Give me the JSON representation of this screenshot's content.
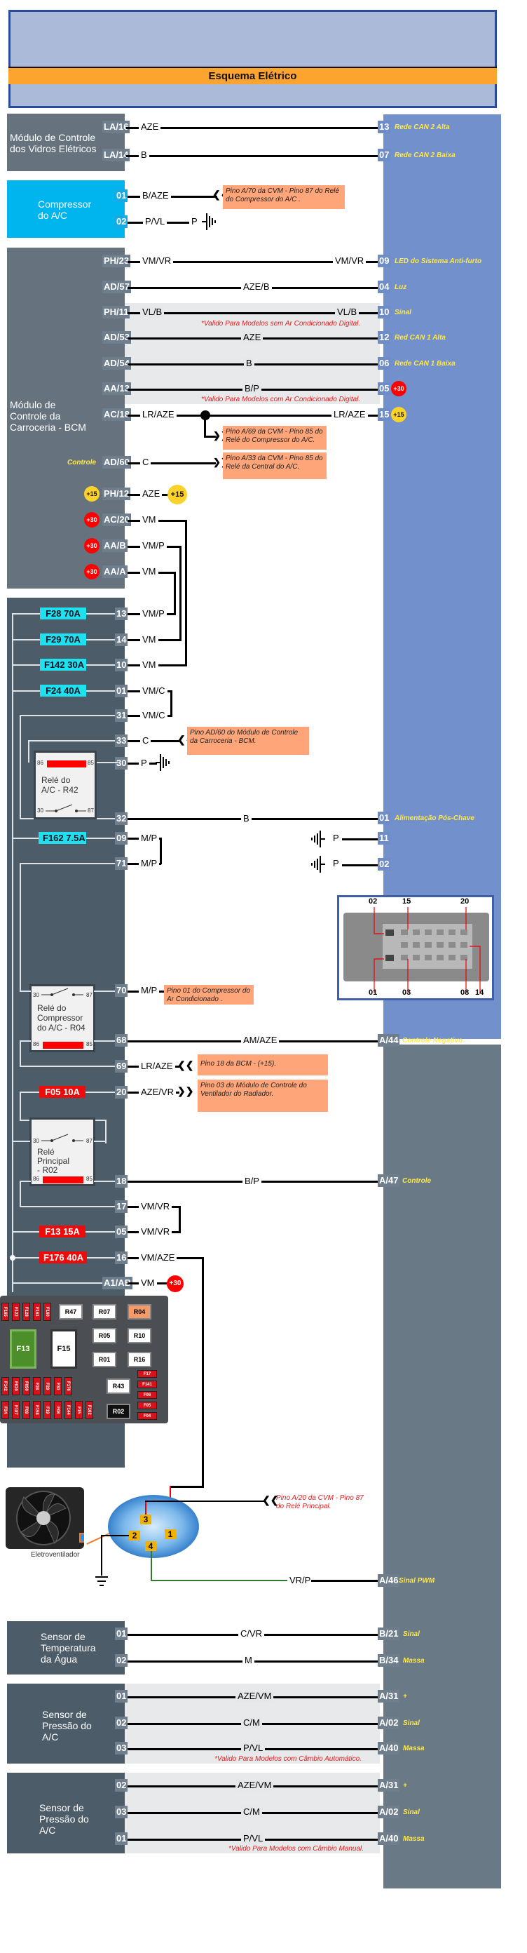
{
  "header": {
    "title": "Esquema Elétrico"
  },
  "window_module": {
    "name": "Módulo de Controle dos Vidros Elétricos",
    "name_lines": [
      "Módulo de Controle",
      "dos Vidros Elétricos"
    ],
    "connections": [
      {
        "pin": "LA/16",
        "wire": "AZE",
        "target_pin": "13",
        "desc": "Rede CAN 2 Alta"
      },
      {
        "pin": "LA/14",
        "wire": "B",
        "target_pin": "07",
        "desc": "Rede CAN 2 Baixa"
      }
    ]
  },
  "compressor": {
    "name_lines": [
      "Compressor",
      "do A/C"
    ],
    "connections": [
      {
        "pin": "01",
        "wire": "B/AZE",
        "ref": "Pino A/70 da CVM - Pino 87 do Relé do Compressor do A/C ."
      },
      {
        "pin": "02",
        "wire": "P/VL",
        "ground_wire": "P"
      }
    ]
  },
  "bcm": {
    "name_lines": [
      "Módulo de",
      "Controle da",
      "Carroceria - BCM"
    ],
    "connections": [
      {
        "pin": "PH/23",
        "wire": "VM/VR",
        "wire_right": "VM/VR",
        "target_pin": "09",
        "desc": "LED do Sistema Anti-furto"
      },
      {
        "pin": "AD/57",
        "wire": "AZE/B",
        "target_pin": "04",
        "desc": "Luz"
      },
      {
        "pin": "PH/11",
        "wire": "VL/B",
        "wire_right": "VL/B",
        "target_pin": "10",
        "desc": "Sinal"
      },
      {
        "pin": "AD/53",
        "wire": "AZE",
        "target_pin": "12",
        "desc": "Red CAN 1 Alta"
      },
      {
        "pin": "AD/54",
        "wire": "B",
        "target_pin": "06",
        "desc": "Rede CAN 1 Baixa"
      },
      {
        "pin": "AA/13",
        "wire": "B/P",
        "target_pin": "05",
        "badge": "+30"
      },
      {
        "pin": "AC/18",
        "wire": "LR/AZE",
        "wire_right": "LR/AZE",
        "target_pin": "15",
        "badge": "+15"
      },
      {
        "pin": "AD/60",
        "wire": "C",
        "side_label": "Controle"
      },
      {
        "pin": "PH/12",
        "wire": "AZE",
        "pin_badge": "+15",
        "end_badge": "+15"
      },
      {
        "pin": "AC/20",
        "wire": "VM",
        "pin_badge": "+30"
      },
      {
        "pin": "AA/B",
        "wire": "VM/P",
        "pin_badge": "+30"
      },
      {
        "pin": "AA/A",
        "wire": "VM",
        "pin_badge": "+30"
      }
    ],
    "note_without_digital": "*Valido Para Modelos sem Ar Condicionado Digital.",
    "note_with_digital": "*Valido Para Modelos com Ar Condicionado Digital.",
    "ref_ac18": "Pino A/69 da CVM - Pino 85 do Relé do Compressor do A/C.",
    "ref_ad60": "Pino A/33 da CVM - Pino 85 do Relé da Central do A/C."
  },
  "cvm": {
    "fuses": [
      {
        "label": "F28 70A",
        "pin": "13",
        "wire": "VM/P"
      },
      {
        "label": "F29 70A",
        "pin": "14",
        "wire": "VM"
      },
      {
        "label": "F142 30A",
        "pin": "10",
        "wire": "VM"
      },
      {
        "label": "F24 40A",
        "pin": "01",
        "wire": "VM/C"
      }
    ],
    "pin31": {
      "pin": "31",
      "wire": "VM/C"
    },
    "pin33": {
      "pin": "33",
      "wire": "C",
      "ref": "Pino AD/60 do Módulo de Controle da Carroceria - BCM."
    },
    "pin30": {
      "pin": "30",
      "wire": "P"
    },
    "pin32": {
      "pin": "32",
      "wire": "B",
      "target_pin": "01",
      "desc": "Alimentação Pós-Chave"
    },
    "relay_ac": {
      "name_lines": [
        "Relé do",
        "A/C - R42"
      ],
      "t86": "86",
      "t85": "85",
      "t30": "30",
      "t87": "87"
    },
    "f162": {
      "label": "F162 7.5A",
      "pin": "09",
      "wire": "M/P"
    },
    "pin71": {
      "pin": "71",
      "wire": "M/P"
    },
    "ground_rows": [
      {
        "wire": "P",
        "target_pin": "11"
      },
      {
        "wire": "P",
        "target_pin": "02"
      }
    ],
    "connector_pins": [
      "02",
      "15",
      "20",
      "01",
      "03",
      "08",
      "14"
    ],
    "relay_comp": {
      "name_lines": [
        "Relé do",
        "Compressor",
        "do A/C - R04"
      ],
      "t86": "86",
      "t85": "85",
      "t30": "30",
      "t87": "87"
    },
    "pin70": {
      "pin": "70",
      "wire": "M/P",
      "ref": "Pino 01 do Compressor do Ar Condicionado ."
    },
    "pin68": {
      "pin": "68",
      "wire": "AM/AZE",
      "target_pin": "A/44",
      "desc": "Controle Negativo"
    },
    "pin69": {
      "pin": "69",
      "wire": "LR/AZE",
      "ref": "Pino 18 da BCM - (+15)."
    },
    "f05": {
      "label": "F05 10A",
      "pin": "20",
      "wire": "AZE/VR",
      "ref": "Pino 03 do Módulo de Controle do Ventilador do Radiador."
    },
    "relay_main": {
      "name_lines": [
        "Relé",
        "Principal",
        "- R02"
      ],
      "t86": "86",
      "t85": "85",
      "t30": "30",
      "t87": "87"
    },
    "pin18": {
      "pin": "18",
      "wire": "B/P",
      "target_pin": "A/47",
      "desc": "Controle"
    },
    "pin17": {
      "pin": "17",
      "wire": "VM/VR"
    },
    "f13": {
      "label": "F13 15A",
      "pin": "05",
      "wire": "VM/VR"
    },
    "f176": {
      "label": "F176 40A",
      "pin": "16",
      "wire": "VM/AZE"
    },
    "a1ab": {
      "pin": "A1/AB",
      "wire": "VM",
      "badge": "+30"
    },
    "fusebox": {
      "top_fuses": [
        "F165",
        "F122",
        "F128",
        "F161",
        "F160"
      ],
      "relays_top": [
        "R47",
        "R07",
        "R04"
      ],
      "big": [
        "F13",
        "F15"
      ],
      "relays_mid": [
        "R05",
        "R10",
        "R01",
        "R16"
      ],
      "mid_fuses": [
        "F142",
        "F020",
        "F050",
        "F28",
        "F29",
        "F30",
        "F176"
      ],
      "r43": "R43",
      "side_fuses": [
        "F17",
        "F141",
        "F06",
        "F05",
        "F04"
      ],
      "bottom_fuses": [
        "F24",
        "F187",
        "F09",
        "F158",
        "F19",
        "F08",
        "F144",
        "F15",
        "F162"
      ],
      "r02": "R02"
    }
  },
  "fan": {
    "label": "Eletroventilador",
    "connector_pins": [
      "3",
      "2",
      "1",
      "4"
    ],
    "ref": "Pino A/20 da CVM - Pino 87 do Relé Principal.",
    "pwm": {
      "wire": "VR/P",
      "target_pin": "A/46",
      "desc": "Sinal PWM"
    }
  },
  "water_temp": {
    "name_lines": [
      "Sensor de",
      "Temperatura",
      "da Água"
    ],
    "connections": [
      {
        "pin": "01",
        "wire": "C/VR",
        "target_pin": "B/21",
        "desc": "Sinal"
      },
      {
        "pin": "02",
        "wire": "M",
        "target_pin": "B/34",
        "desc": "Massa"
      }
    ]
  },
  "pressure_auto": {
    "name_lines": [
      "Sensor de",
      "Pressão do",
      "A/C"
    ],
    "connections": [
      {
        "pin": "01",
        "wire": "AZE/VM",
        "target_pin": "A/31",
        "desc": "+"
      },
      {
        "pin": "02",
        "wire": "C/M",
        "target_pin": "A/02",
        "desc": "Sinal"
      },
      {
        "pin": "03",
        "wire": "P/VL",
        "target_pin": "A/40",
        "desc": "Massa"
      }
    ],
    "note": "*Valido Para Modelos com Câmbio Automático."
  },
  "pressure_manual": {
    "name_lines": [
      "Sensor de",
      "Pressão do",
      "A/C"
    ],
    "connections": [
      {
        "pin": "02",
        "wire": "AZE/VM",
        "target_pin": "A/31",
        "desc": "+"
      },
      {
        "pin": "03",
        "wire": "C/M",
        "target_pin": "A/02",
        "desc": "Sinal"
      },
      {
        "pin": "01",
        "wire": "P/VL",
        "target_pin": "A/40",
        "desc": "Massa"
      }
    ],
    "note": "*Valido Para Modelos com Câmbio Manual."
  }
}
